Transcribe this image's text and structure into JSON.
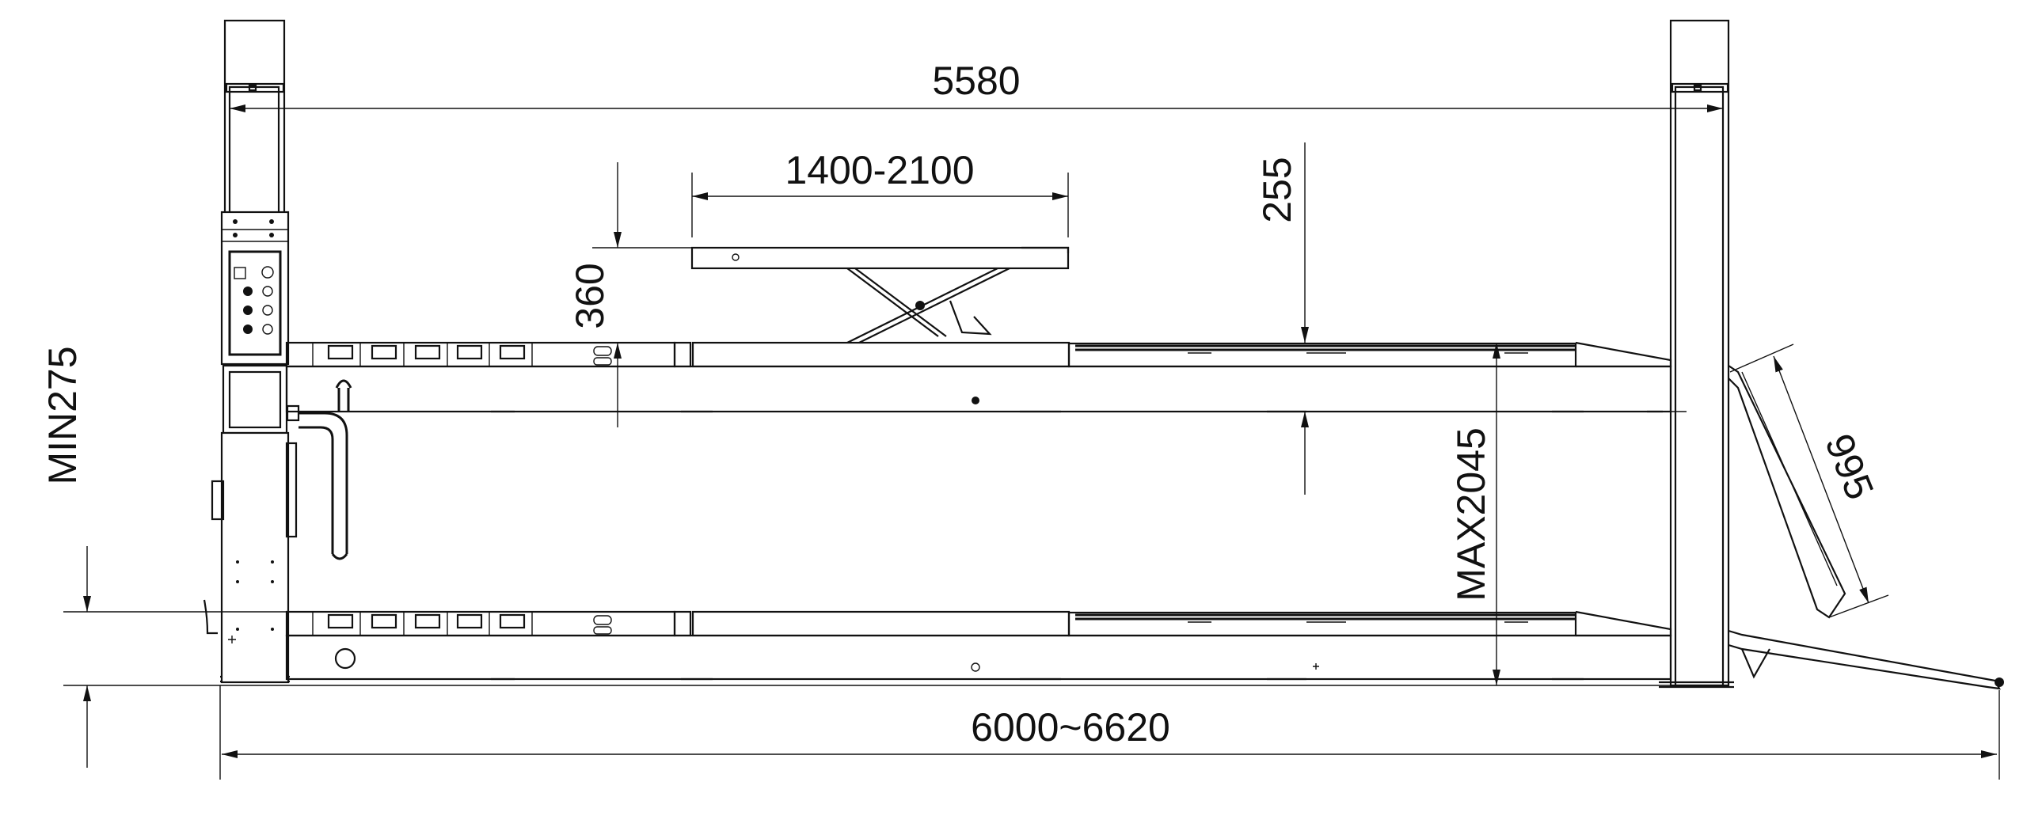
{
  "dimensions": {
    "column_span": "5580",
    "scissor_range": "1400-2100",
    "scissor_height": "360",
    "deck_thickness": "255",
    "min_height": "MIN275",
    "max_height": "MAX2045",
    "ramp_length": "995",
    "overall_length": "6000~6620"
  }
}
